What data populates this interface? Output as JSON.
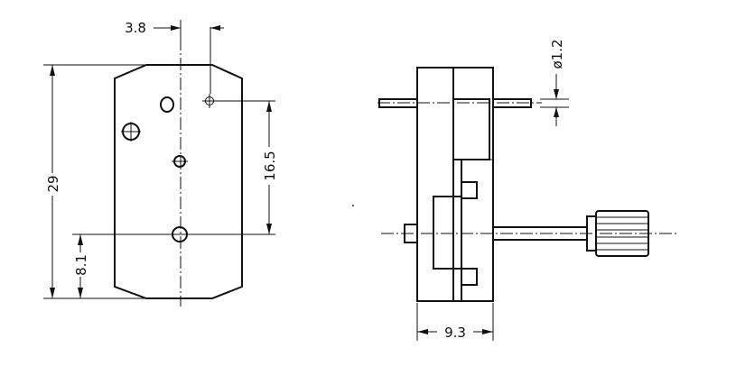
{
  "drawing": {
    "front_view": {
      "dim_height": "29",
      "dim_offset": "3.8",
      "dim_hole_spacing": "16.5",
      "dim_bottom_hole": "8.1"
    },
    "side_view": {
      "dim_shaft_diameter": "ø1.2",
      "dim_width": "9.3"
    }
  }
}
